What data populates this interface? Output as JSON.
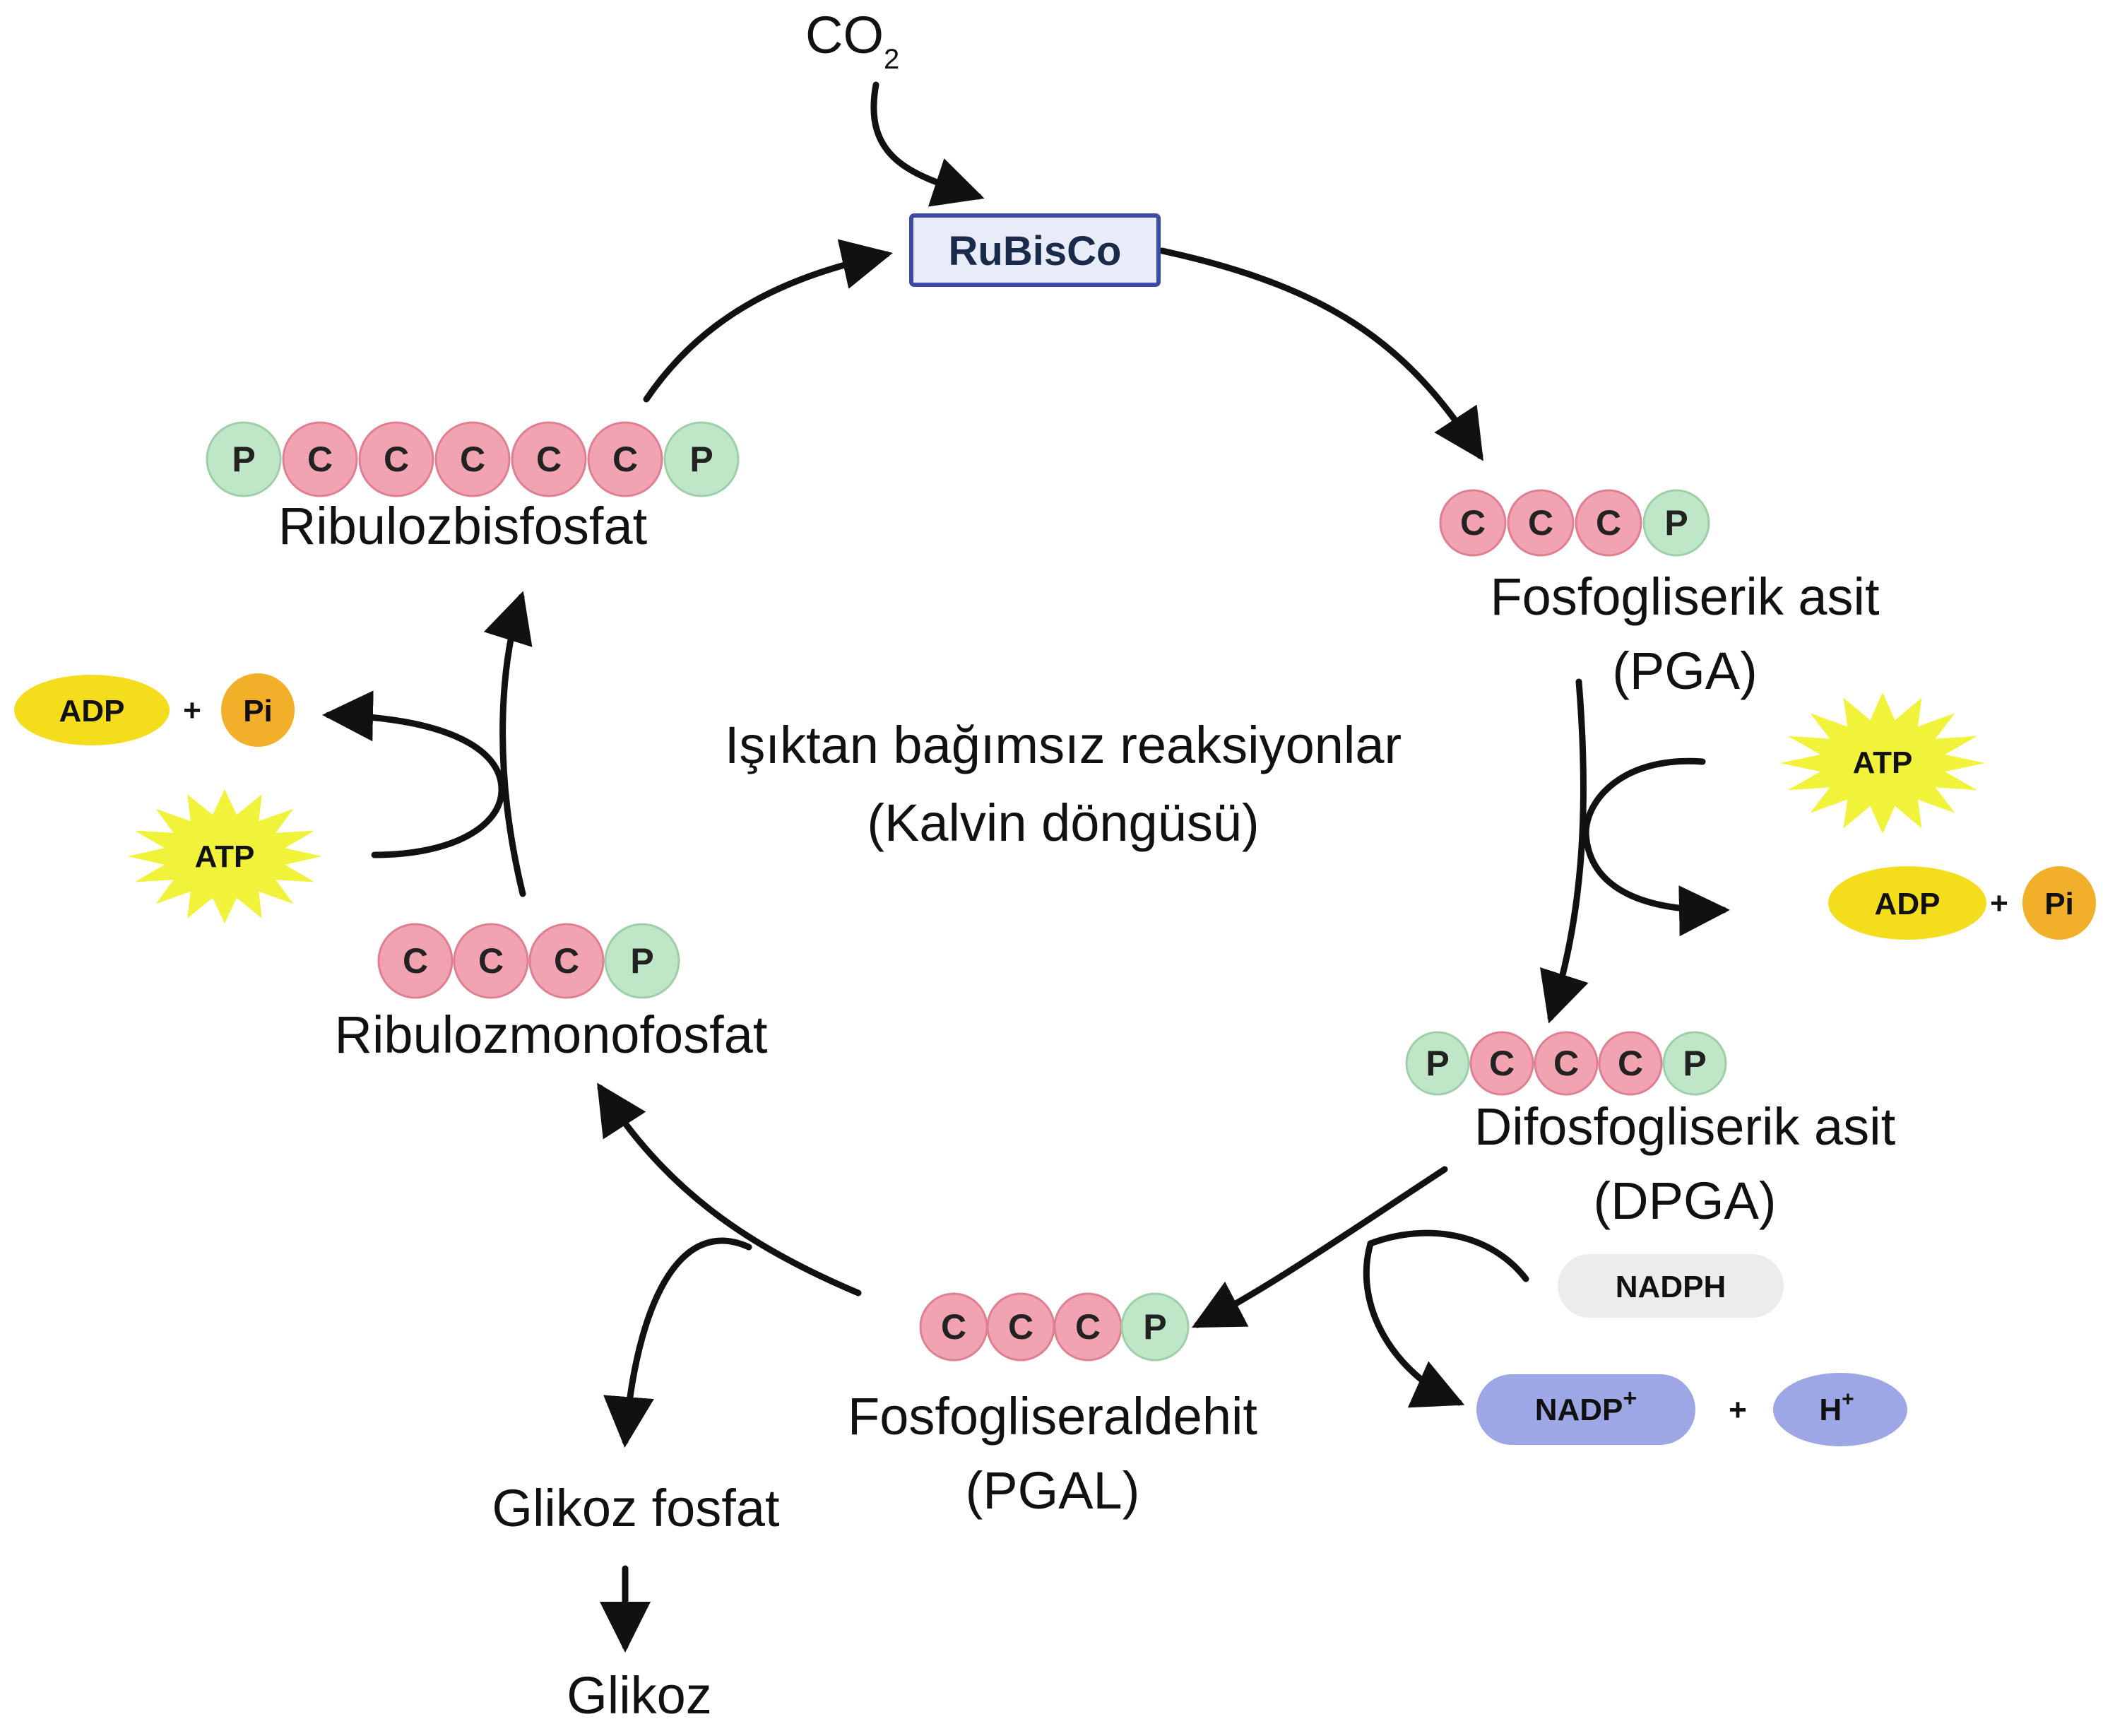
{
  "enzyme": "RuBisCo",
  "co2": {
    "base": "CO",
    "sub": "2"
  },
  "center": {
    "line1": "Işıktan bağımsız reaksiyonlar",
    "line2": "(Kalvin döngüsü)"
  },
  "molecules": {
    "ribulose_bisphosphate": {
      "label": "Ribulozbisfosfat",
      "beads": [
        "P",
        "C",
        "C",
        "C",
        "C",
        "C",
        "P"
      ]
    },
    "pga": {
      "label": "Fosfogliserik asit",
      "abbr": "(PGA)",
      "beads": [
        "C",
        "C",
        "C",
        "P"
      ]
    },
    "dpga": {
      "label": "Difosfogliserik asit",
      "abbr": "(DPGA)",
      "beads": [
        "P",
        "C",
        "C",
        "C",
        "P"
      ]
    },
    "pgal": {
      "label": "Fosfogliseraldehit",
      "abbr": "(PGAL)",
      "beads": [
        "C",
        "C",
        "C",
        "P"
      ]
    },
    "ribulose_monophosphate": {
      "label": "Ribulozmonofosfat",
      "beads": [
        "C",
        "C",
        "C",
        "P"
      ]
    }
  },
  "energy": {
    "atp": "ATP",
    "adp": "ADP",
    "plus": "+",
    "pi": "Pi",
    "nadph": "NADPH",
    "nadp": {
      "base": "NADP",
      "sup": "+"
    },
    "h": {
      "base": "H",
      "sup": "+"
    }
  },
  "outputs": {
    "glucose_phosphate": "Glikoz fosfat",
    "glucose": "Glikoz"
  },
  "colors": {
    "carbon": "#f2a3b1",
    "phosphate": "#bfe6c6",
    "atp_star": "#f1f23a",
    "adp": "#f4dd1c",
    "pi": "#f2b02a",
    "nadph": "#ececec",
    "nadp": "#9ea7e6",
    "rubisco_border": "#3b4aa6",
    "rubisco_fill": "#e8ebf8"
  }
}
